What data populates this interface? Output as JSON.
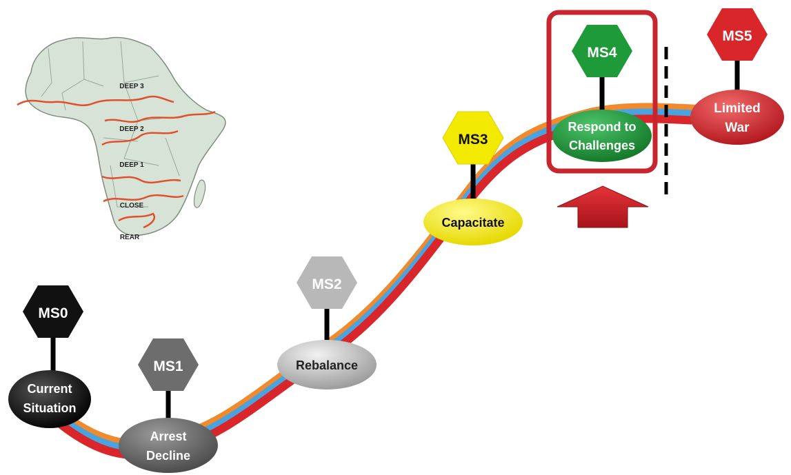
{
  "map": {
    "icon": "africa-map",
    "zones": [
      "DEEP 3",
      "DEEP 2",
      "DEEP 1",
      "CLOSE",
      "REAR"
    ]
  },
  "milestones": [
    {
      "id": "MS0",
      "label": "MS0",
      "phase_lines": [
        "Current",
        "Situation"
      ],
      "color": "#111111"
    },
    {
      "id": "MS1",
      "label": "MS1",
      "phase_lines": [
        "Arrest",
        "Decline"
      ],
      "color": "#6d6d6d"
    },
    {
      "id": "MS2",
      "label": "MS2",
      "phase_lines": [
        "Rebalance"
      ],
      "color": "#b8b8b8"
    },
    {
      "id": "MS3",
      "label": "MS3",
      "phase_lines": [
        "Capacitate"
      ],
      "color": "#f2ea00"
    },
    {
      "id": "MS4",
      "label": "MS4",
      "phase_lines": [
        "Respond to",
        "Challenges"
      ],
      "color": "#1e9a38"
    },
    {
      "id": "MS5",
      "label": "MS5",
      "phase_lines": [
        "Limited",
        "War"
      ],
      "color": "#d8262b"
    }
  ],
  "highlight": {
    "target": "MS4",
    "color": "#c8262e",
    "arrow_icon": "up-arrow"
  },
  "path_colors": [
    "#f08a2c",
    "#4aa3df",
    "#d8262b"
  ]
}
